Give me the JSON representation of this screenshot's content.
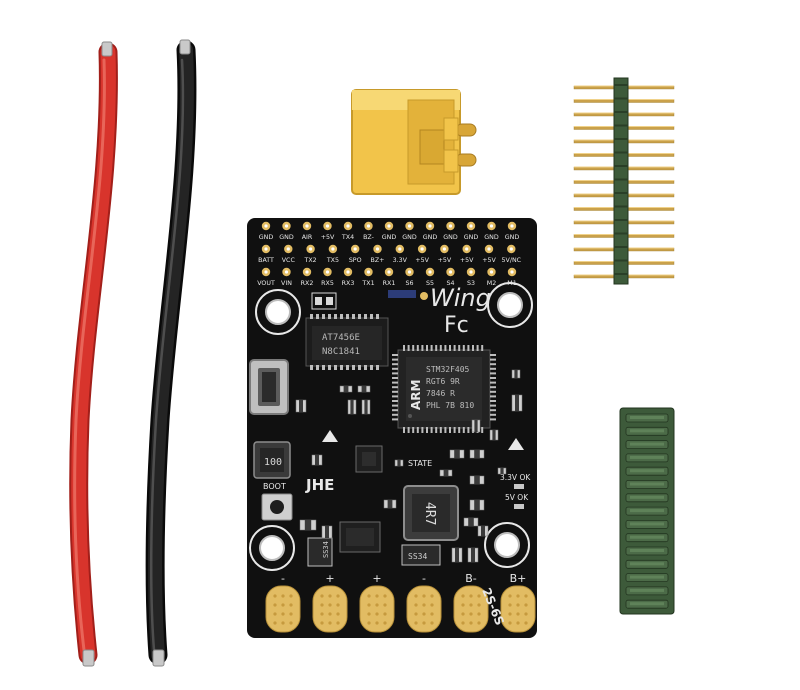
{
  "colors": {
    "background": "#ffffff",
    "pcb": "#101010",
    "pad_gold": "#e2bc63",
    "red_wire": "#d8342c",
    "black_wire": "#1c1c1c",
    "connector_yellow": "#f2c44a",
    "header_green": "#3d5a3a",
    "silk": "#e8e8e8"
  },
  "board": {
    "pin_row1": [
      "GND",
      "GND",
      "AIR",
      "+5V",
      "TX4",
      "BZ-",
      "GND",
      "GND",
      "GND",
      "GND",
      "GND",
      "GND",
      "GND"
    ],
    "pin_row2": [
      "BATT",
      "VCC",
      "TX2",
      "TX5",
      "SPO",
      "BZ+",
      "3.3V",
      "+5V",
      "+5V",
      "+5V",
      "+5V",
      "5V/NC"
    ],
    "pin_row3": [
      "VOUT",
      "VIN",
      "RX2",
      "RX5",
      "RX3",
      "TX1",
      "RX1",
      "S6",
      "S5",
      "S4",
      "S3",
      "M2",
      "M1"
    ],
    "title_line1": "Wing",
    "title_line2": "Fc",
    "chip_small_line1": "AT7456E",
    "chip_small_line2": "N8C1841",
    "mcu_brand": "ARM",
    "mcu_line1": "STM32F405",
    "mcu_line2": "RGT6 9R",
    "mcu_line3": "7846 R",
    "mcu_line4": "PHL 7B 810",
    "inductor_small": "100",
    "inductor_large": "4R7",
    "diode_left": "SS34",
    "diode_right": "SS34",
    "boot_label": "BOOT",
    "state_label": "STATE",
    "brand_label": "JHE",
    "led_3v3": "3.3V OK",
    "led_5v": "5V OK",
    "voltage_label": "2S-6S",
    "power_labels": [
      "-",
      "+",
      "+",
      "-",
      "B-",
      "B+"
    ]
  }
}
